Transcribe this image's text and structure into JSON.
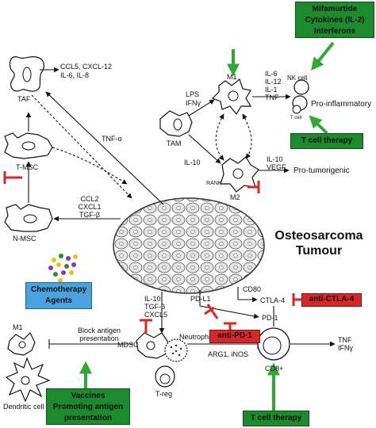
{
  "cells": {
    "taf": "TAF",
    "t_msc": "T-MSC",
    "n_msc": "N-MSC",
    "tam": "TAM",
    "m1": "M1",
    "m2": "M2",
    "nk": "NK cell",
    "t_cell_small": "T cell",
    "mdsc": "MDSC",
    "neutrophil": "Neutrophil",
    "t_reg": "T-reg",
    "cd8": "CD8+",
    "m1_dendritic": "M1",
    "dendritic": "Dendritic cell",
    "rank": "RANK"
  },
  "factors": {
    "taf_out": [
      "CCL5, CXCL-12",
      "IL-6, IL-8"
    ],
    "tnf_alpha": "TNF-α",
    "m1_inducers": [
      "LPS",
      "IFNγ"
    ],
    "m1_out": [
      "IL-6",
      "IL-12",
      "IL-1",
      "TNF"
    ],
    "il10_m2": "IL-10",
    "m2_out": [
      "IL-10",
      "VEGF"
    ],
    "msc_recruit": [
      "CCL2",
      "CXCL1",
      "TGF-β"
    ],
    "tumour_to_mdsc": [
      "IL-10",
      "TGF-β",
      "CXCL5"
    ],
    "pd_l1": "PD-L1",
    "cd80": "CD80",
    "ctla4": "CTLA-4",
    "pd1": "PD-1",
    "block_antigen": [
      "Block antigen",
      "presentation"
    ],
    "arg1": "ARG1, iNOS",
    "cd8_out": [
      "TNF",
      "IFNγ"
    ]
  },
  "outcomes": {
    "pro_inflammatory": "Pro-inflammatory",
    "pro_tumorigenic": "Pro-tumorigenic"
  },
  "tumour": [
    "Osteosarcoma",
    "Tumour"
  ],
  "therapies": {
    "mifamurtide": [
      "Mifamurtide",
      "Cytokines (IL-2)",
      "Interferons"
    ],
    "t_cell_top": "T cell therapy",
    "t_cell_bottom": "T cell therapy",
    "chemotherapy": [
      "Chemotherapy",
      "Agents"
    ],
    "anti_ctla4": "anti-CTLA-4",
    "anti_pd1": "anti-PD-1",
    "vaccines": [
      "Vaccines",
      "Promoting antigen",
      "presentation"
    ]
  },
  "colors": {
    "therapy_green": "#1e8a2e",
    "arrow_green": "#2fa834",
    "inhibitor_red": "#d62828",
    "chemo_blue": "#4aa3df",
    "line": "#111111"
  }
}
